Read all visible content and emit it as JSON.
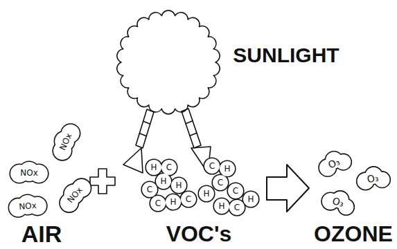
{
  "diagram": {
    "labels": [
      "SUNLIGHT",
      "NOx",
      "NOx",
      "NOx",
      "NOx",
      "H",
      "C",
      "H",
      "C",
      "H",
      "C",
      "H",
      "C",
      "C",
      "H",
      "C",
      "H",
      "C",
      "H",
      "C",
      "H",
      "O₃",
      "O₃",
      "O₃",
      "AIR",
      "VOC's",
      "OZONE"
    ]
  }
}
